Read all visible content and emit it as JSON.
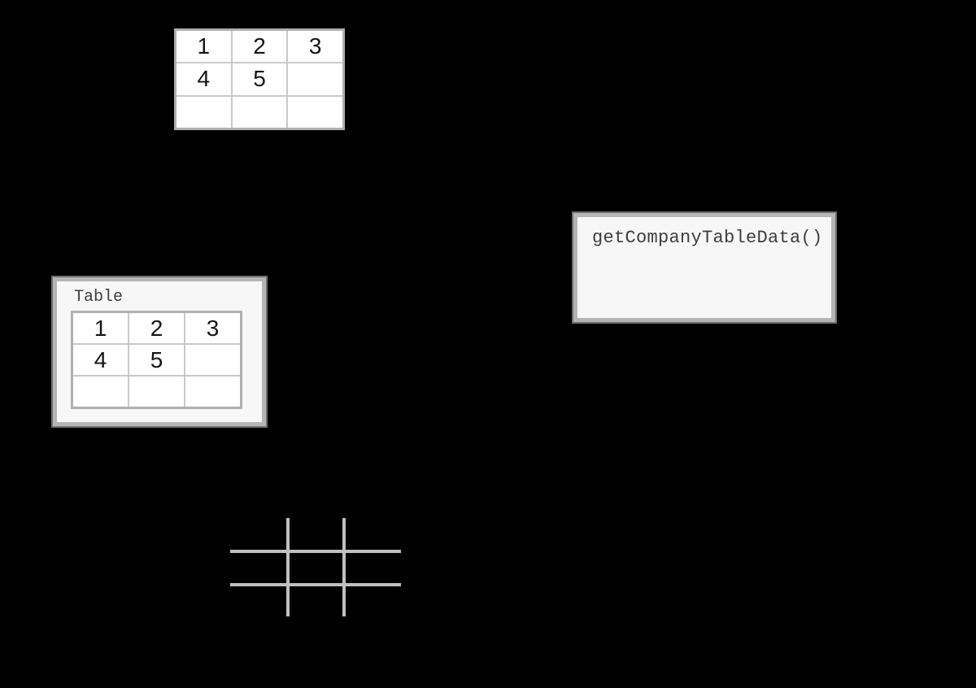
{
  "colors": {
    "background": "#000000",
    "panel_fill": "#f7f7f7",
    "panel_border": "#b5b5b5",
    "table_border": "#b0b0b0",
    "cell_divider": "#c9c9c9",
    "cell_fill": "#ffffff",
    "grid_line": "#c0c0c0",
    "mono_text": "#3d3d3d",
    "digit_text": "#141414"
  },
  "floating_table": {
    "rows": [
      [
        "1",
        "2",
        "3"
      ],
      [
        "4",
        "5",
        ""
      ],
      [
        "",
        "",
        ""
      ]
    ]
  },
  "table_panel": {
    "title": "Table",
    "rows": [
      [
        "1",
        "2",
        "3"
      ],
      [
        "4",
        "5",
        ""
      ],
      [
        "",
        "",
        ""
      ]
    ]
  },
  "code_box": {
    "label": "getCompanyTableData()"
  },
  "grid_glyph": {
    "icon": "table-grid-glyph",
    "columns": 3,
    "rows": 3
  }
}
